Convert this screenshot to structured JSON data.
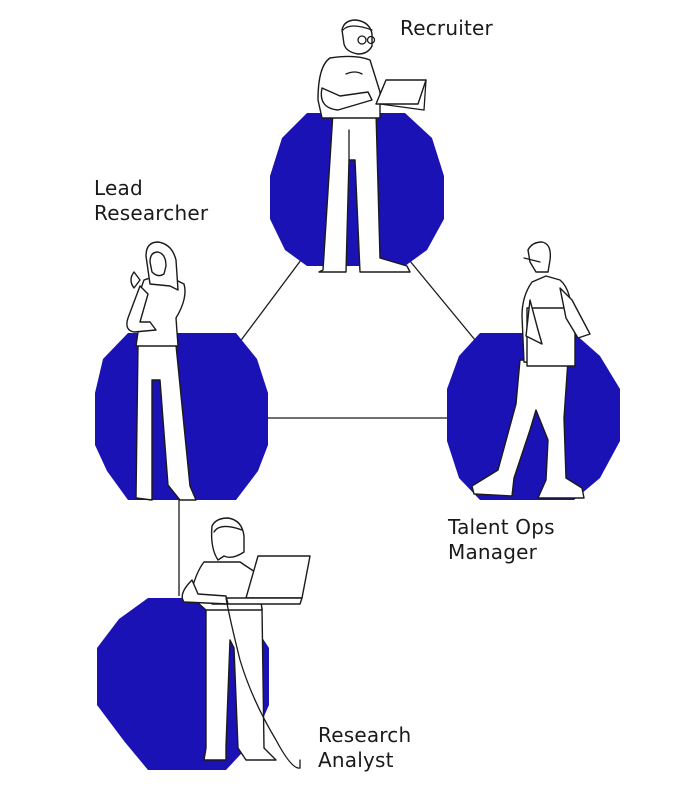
{
  "colors": {
    "blob": "#1a12b5",
    "line": "#1a1a1a",
    "background": "#ffffff"
  },
  "roles": {
    "recruiter": {
      "lines": [
        "Recruiter"
      ]
    },
    "lead_researcher": {
      "lines": [
        "Lead",
        "Researcher"
      ]
    },
    "talent_ops_manager": {
      "lines": [
        "Talent Ops",
        "Manager"
      ]
    },
    "research_analyst": {
      "lines": [
        "Research",
        "Analyst"
      ]
    }
  }
}
